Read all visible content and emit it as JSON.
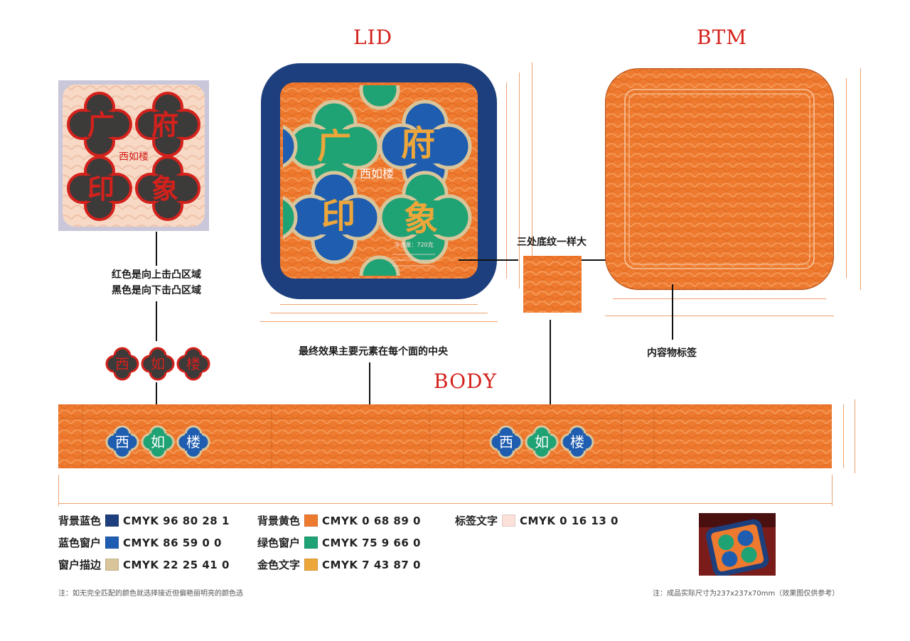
{
  "titles": {
    "lid": "LID",
    "btm": "BTM",
    "body": "BODY"
  },
  "notes": {
    "emboss_up": "红色是向上击凸区域",
    "emboss_down": "黑色是向下击凸区域",
    "same_pattern": "三处底纹一样大",
    "center_elements": "最终效果主要元素在每个面的中央",
    "content_label": "内容物标签"
  },
  "lid_text": {
    "chars": [
      "广",
      "府",
      "印",
      "象"
    ],
    "brand": "西如楼",
    "net_weight": "净含量：720克"
  },
  "emboss_text": {
    "chars": [
      "广",
      "府",
      "印",
      "象"
    ]
  },
  "body_emblem": {
    "chars": [
      "西",
      "如",
      "楼"
    ]
  },
  "colors": {
    "bg_blue": "#1d3f7d",
    "bg_orange": "#ee7a2f",
    "window_blue": "#1f5db0",
    "window_green": "#1fa274",
    "window_border": "#d9c59b",
    "gold_text": "#eda63a",
    "label_text": "#fbe1d9",
    "red": "#d4211c"
  },
  "legend": [
    {
      "label": "背景蓝色",
      "color": "#1d3f7d",
      "cmyk": "CMYK  96  80  28  1"
    },
    {
      "label": "蓝色窗户",
      "color": "#1f5db0",
      "cmyk": "CMYK  86  59  0  0"
    },
    {
      "label": "窗户描边",
      "color": "#d9c59b",
      "cmyk": "CMYK  22  25  41  0"
    },
    {
      "label": "背景黄色",
      "color": "#ee7a2f",
      "cmyk": "CMYK  0  68  89  0"
    },
    {
      "label": "绿色窗户",
      "color": "#1fa274",
      "cmyk": "CMYK  75  9  66  0"
    },
    {
      "label": "金色文字",
      "color": "#eda63a",
      "cmyk": "CMYK  7  43  87  0"
    },
    {
      "label": "标签文字",
      "color": "#fbe1d9",
      "cmyk": "CMYK  0  16  13  0"
    }
  ],
  "footnotes": {
    "left": "注：如无完全匹配的颜色就选择接近但偏艳丽明亮的颜色选",
    "right": "注：成品实际尺寸为237x237x70mm（效果图仅供参考）"
  }
}
